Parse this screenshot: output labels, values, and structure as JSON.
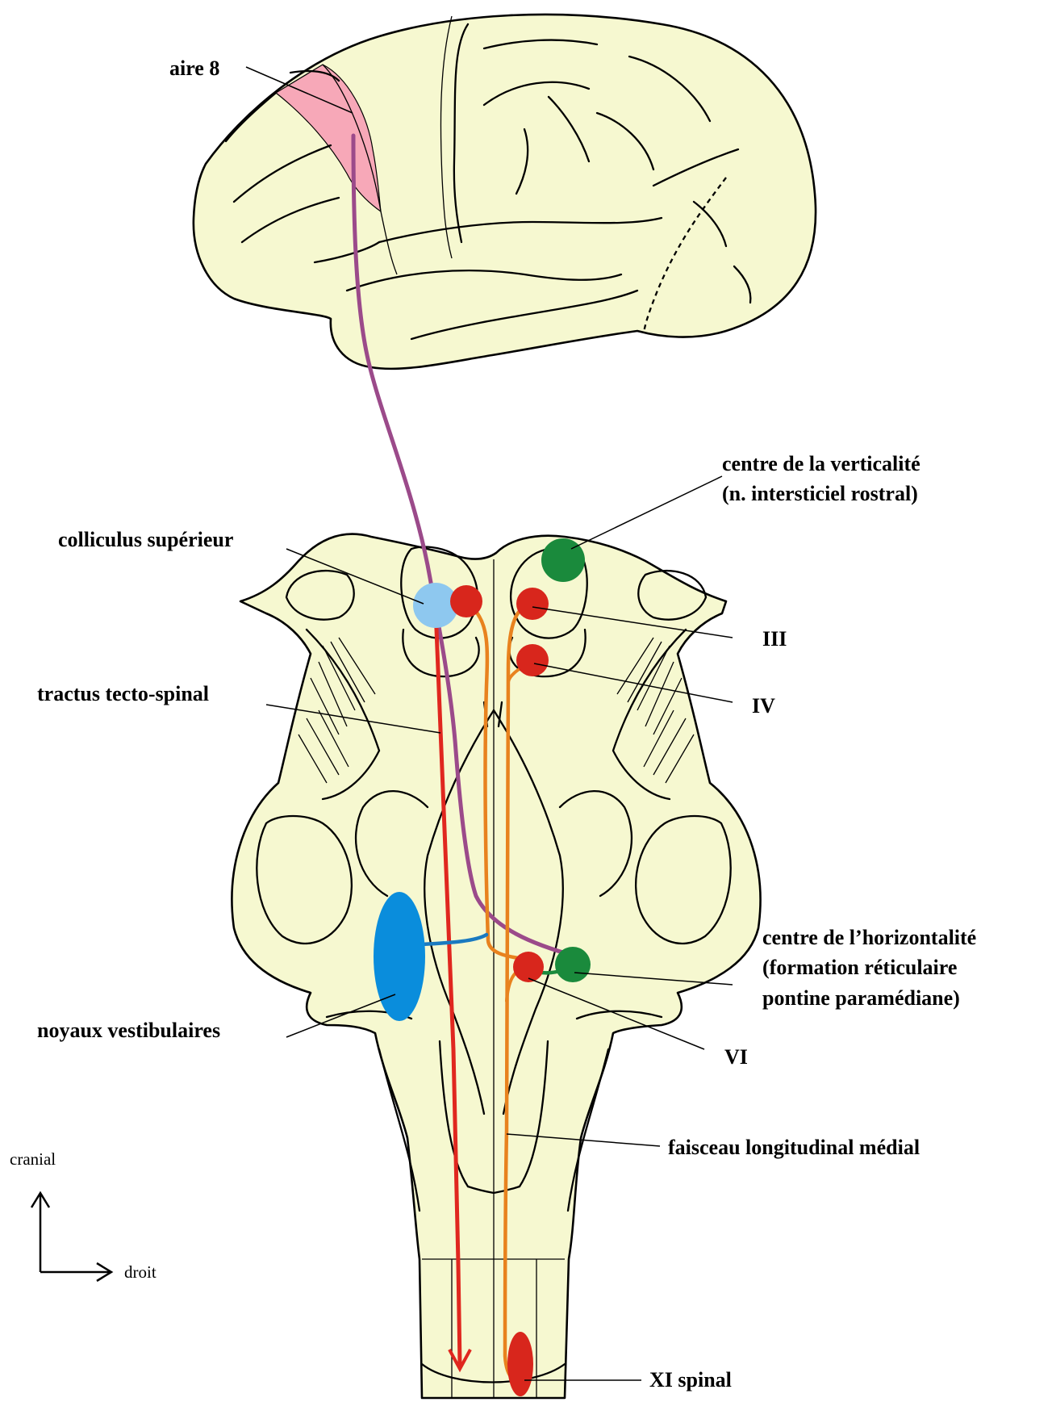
{
  "labels": {
    "area8": "aire 8",
    "vertical_center_line1": "centre de la verticalité",
    "vertical_center_line2": "(n. intersticiel rostral)",
    "superior_colliculus": "colliculus supérieur",
    "nerve_III": "III",
    "nerve_IV": "IV",
    "tectospinal_tract": "tractus tecto-spinal",
    "horizontal_center_line1": "centre de l’horizontalité",
    "horizontal_center_line2": "(formation réticulaire",
    "horizontal_center_line3": "pontine paramédiane)",
    "vestibular_nuclei": "noyaux vestibulaires",
    "nerve_VI": "VI",
    "mlf": "faisceau longitudinal médial",
    "nerve_XI": "XI spinal"
  },
  "orientation": {
    "up": "cranial",
    "right": "droit"
  },
  "colors": {
    "tissue": "#f6f8d0",
    "area8_fill": "#f7a8b8",
    "cortical_pathway": "#9b4a8a",
    "tectospinal_pathway": "#e0271f",
    "mlf_pathway": "#e8821e",
    "gaze_centers": "#1a8a3c",
    "motor_nuclei": "#d8261c",
    "colliculus": "#8ec8ef",
    "vestibular": "#0a8ddc",
    "vestibular_link": "#1a7ac0"
  }
}
